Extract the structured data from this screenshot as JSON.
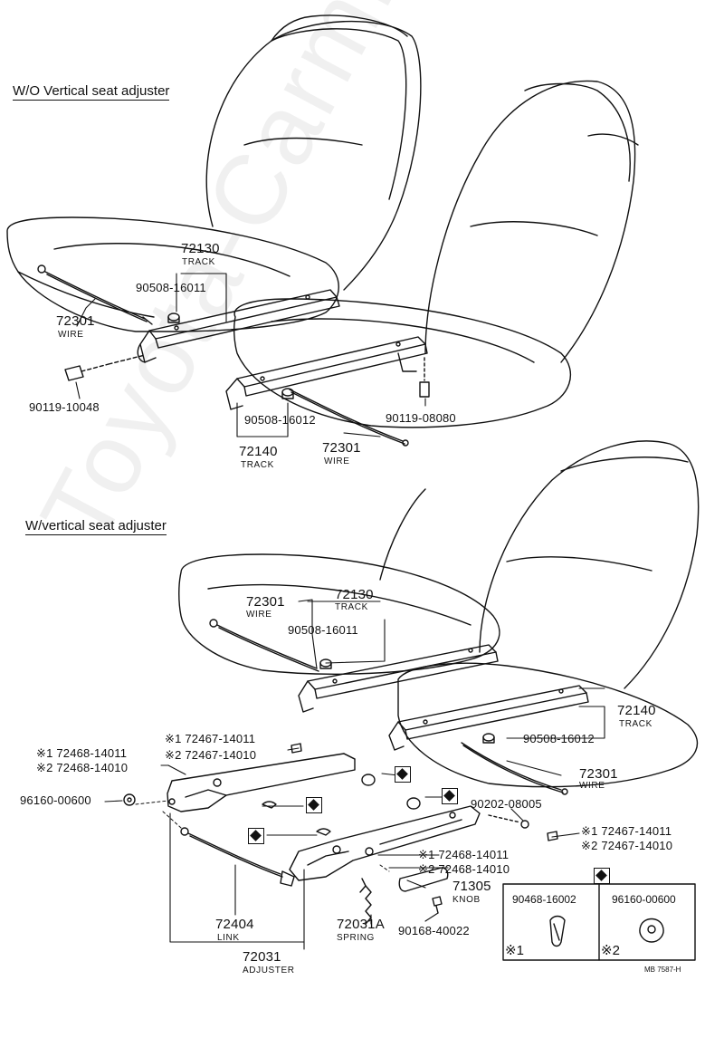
{
  "watermark": "Toyota-Carmine.ru",
  "headings": {
    "without": "W/O Vertical seat adjuster",
    "with": "W/vertical seat adjuster"
  },
  "upper": {
    "track_72130": {
      "number": "72130",
      "name": "TRACK"
    },
    "bolt_90508_16011": "90508-16011",
    "wire_72301_left": {
      "number": "72301",
      "name": "WIRE"
    },
    "bolt_90119_10048": "90119-10048",
    "bolt_90508_16012": "90508-16012",
    "bolt_90119_08080": "90119-08080",
    "track_72140": {
      "number": "72140",
      "name": "TRACK"
    },
    "wire_72301_right": {
      "number": "72301",
      "name": "WIRE"
    }
  },
  "lower": {
    "wire_72301_top": {
      "number": "72301",
      "name": "WIRE"
    },
    "track_72130": {
      "number": "72130",
      "name": "TRACK"
    },
    "bolt_90508_16011": "90508-16011",
    "track_72140": {
      "number": "72140",
      "name": "TRACK"
    },
    "bolt_90508_16012": "90508-16012",
    "wire_72301_bottom": {
      "number": "72301",
      "name": "WIRE"
    },
    "left_callouts": {
      "r1": "※1 72467-14011",
      "r2": "※2 72467-14010",
      "r3": "※1 72468-14011",
      "r4": "※2 72468-14010"
    },
    "nut_96160_00600": "96160-00600",
    "bolt_90202_08005": "90202-08005",
    "right_callouts": {
      "r1": "※1 72467-14011",
      "r2": "※2 72467-14010"
    },
    "mid_callouts": {
      "r1": "※1 72468-14011",
      "r2": "※2 72468-14010"
    },
    "knob_71305": {
      "number": "71305",
      "name": "KNOB"
    },
    "link_72404": {
      "number": "72404",
      "name": "LINK"
    },
    "spring_72031A": {
      "number": "72031A",
      "name": "SPRING"
    },
    "screw_90168_40022": "90168-40022",
    "adjuster_72031": {
      "number": "72031",
      "name": "ADJUSTER"
    }
  },
  "inset_box": {
    "left_part": "90468-16002",
    "left_mark": "※1",
    "right_part": "96160-00600",
    "right_mark": "※2"
  },
  "footer_code": "MB 7587-H"
}
